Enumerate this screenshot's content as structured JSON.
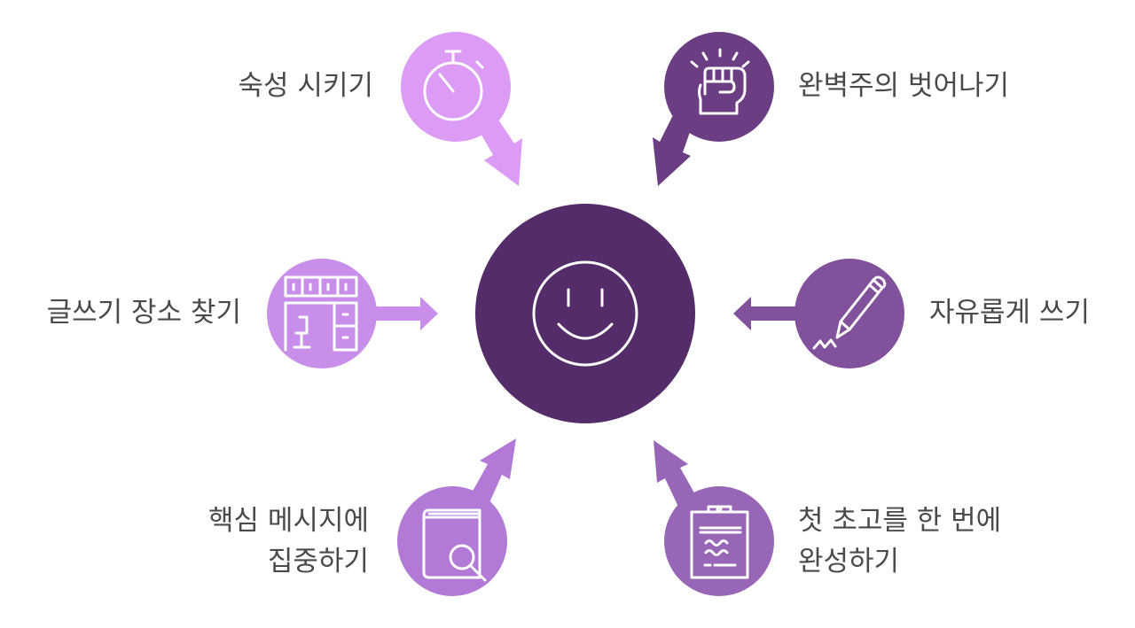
{
  "colors": {
    "center": "#532c69",
    "top_left": "#dc9cf6",
    "top_right": "#6b3d82",
    "middle_left": "#c98eea",
    "middle_right": "#81519c",
    "bottom_left": "#b27ad6",
    "bottom_right": "#9766b6",
    "text": "#4a4a4a",
    "icon": "#ffffff"
  },
  "center": {
    "icon": "smiley-face-icon"
  },
  "nodes": [
    {
      "id": "top-left",
      "label": "숙성 시키기",
      "icon": "stopwatch-icon"
    },
    {
      "id": "top-right",
      "label": "완벽주의 벗어나기",
      "icon": "raised-fist-icon"
    },
    {
      "id": "middle-left",
      "label": "글쓰기 장소 찾기",
      "icon": "office-desk-icon"
    },
    {
      "id": "middle-right",
      "label": "자유롭게 쓰기",
      "icon": "pen-writing-icon"
    },
    {
      "id": "bottom-left",
      "label": "핵심 메시지에\n집중하기",
      "icon": "book-search-icon"
    },
    {
      "id": "bottom-right",
      "label": "첫 초고를 한 번에\n완성하기",
      "icon": "clipboard-notes-icon"
    }
  ]
}
